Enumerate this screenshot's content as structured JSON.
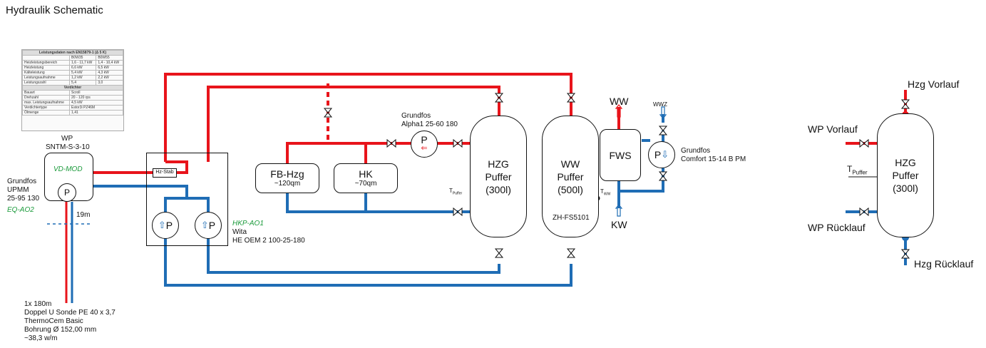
{
  "title": "Hydraulik Schematic",
  "spec_table": {
    "header": "Leistungsdaten nach EN15879-1 (Δ 5 K)",
    "col_heads": [
      "",
      "B0W35",
      "B0W55"
    ],
    "rows": [
      [
        "Heizleistungsbereich",
        "1,6 - 11,7 kW",
        "1,4 - 10,4 kW"
      ],
      [
        "Heizleistung",
        "6,6 kW",
        "6,5 kW"
      ],
      [
        "Kälteleistung",
        "5,4 kW",
        "4,3 kW"
      ],
      [
        "Leistungsaufnahme",
        "1,2 kW",
        "2,2 kW"
      ],
      [
        "Leistungszahl",
        "5,4",
        "3,0"
      ]
    ],
    "sub_header": "Verdichter",
    "rows2": [
      [
        "Bauart",
        "Scroll"
      ],
      [
        "Drehzahl",
        "20 - 120 rps"
      ],
      [
        "max. Leistungsaufnahme",
        "4,5 kW"
      ],
      [
        "Verdichtertype",
        "Estor3i PZ46M"
      ],
      [
        "Ölmenge",
        "1,41"
      ]
    ]
  },
  "wp": {
    "label": "WP",
    "model": "SNTM-S-3-10",
    "inner": "VD-MOD",
    "pump": "P"
  },
  "grundfos_upmm": {
    "line1": "Grundfos",
    "line2": "UPMM",
    "line3": "25-95 130",
    "ao": "EQ-AO2"
  },
  "probe": {
    "length": "19m",
    "line1": "1x 180m",
    "line2": "Doppel U Sonde PE 40 x 3,7",
    "line3": "ThermoCem Basic",
    "line4": "Bohrung Ø 152,00 mm",
    "line5": "~38,3 w/m"
  },
  "hz_stab": "Hz-Stab",
  "hkp": {
    "ao": "HKP-AO1",
    "brand": "Wita",
    "model": "HE OEM 2 100-25-180",
    "pump1": "P",
    "pump2": "P"
  },
  "fb_hzg": {
    "name": "FB-Hzg",
    "area": "~120qm"
  },
  "hk": {
    "name": "HK",
    "area": "~70qm"
  },
  "alpha_pump": {
    "line1": "Grundfos",
    "line2": "Alpha1 25-60 180",
    "label": "P"
  },
  "hzg_puffer": {
    "l1": "HZG",
    "l2": "Puffer",
    "l3": "(300l)",
    "sensor": "T",
    "sensor_sub": "Puffer"
  },
  "ww_puffer": {
    "l1": "WW",
    "l2": "Puffer",
    "l3": "(500l)",
    "model": "ZH-FS5101",
    "sensor": "T",
    "sensor_sub": "WW"
  },
  "fws": {
    "name": "FWS",
    "ww": "WW",
    "kw": "KW",
    "wwz": "WWZ"
  },
  "comfort_pump": {
    "line1": "Grundfos",
    "line2": "Comfort 15-14 B PM",
    "label": "P"
  },
  "right_puffer": {
    "l1": "HZG",
    "l2": "Puffer",
    "l3": "(300l)",
    "sensor": "T",
    "sensor_sub": "Puffer",
    "hzg_vorlauf": "Hzg Vorlauf",
    "wp_vorlauf": "WP Vorlauf",
    "wp_ruecklauf": "WP Rücklauf",
    "hzg_ruecklauf": "Hzg Rücklauf"
  },
  "colors": {
    "supply": "#e8141b",
    "return": "#1f6db5"
  }
}
